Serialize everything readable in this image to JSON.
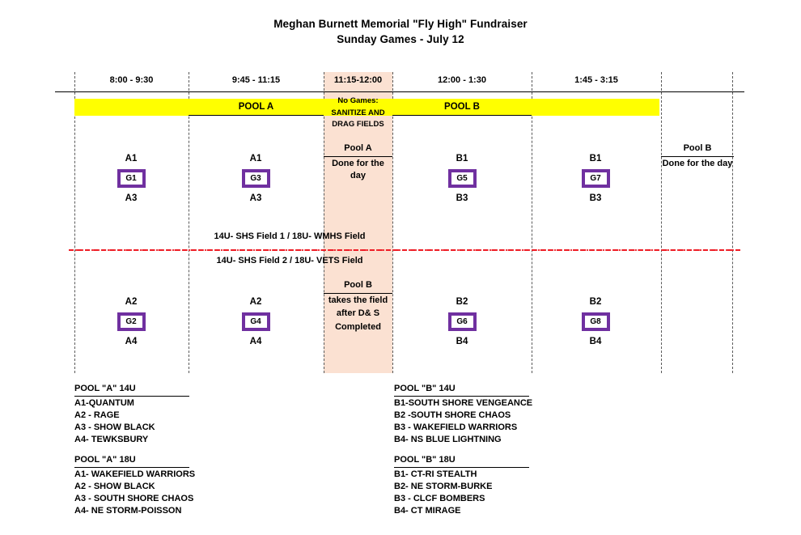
{
  "title": {
    "line1": "Meghan Burnett Memorial \"Fly High\" Fundraiser",
    "line2": "Sunday Games  - July 12"
  },
  "colors": {
    "pool_band": "#ffff00",
    "sanitize_column": "#fbe1d2",
    "game_box_border": "#7030a0",
    "field_divider": "#ee1c25"
  },
  "schedule": {
    "time_slots": [
      {
        "label": "8:00 - 9:30"
      },
      {
        "label": "9:45 - 11:15"
      },
      {
        "label": "11:15-12:00"
      },
      {
        "label": "12:00 - 1:30"
      },
      {
        "label": "1:45 - 3:15"
      }
    ],
    "pool_bands": [
      {
        "label": "POOL A"
      },
      {
        "label": "POOL B"
      }
    ],
    "sanitize_block": {
      "line1": "No Games:",
      "line2": "SANITIZE AND",
      "line3": "DRAG FIELDS"
    },
    "field_labels": {
      "upper": "14U- SHS Field 1 / 18U- WMHS Field",
      "lower": "14U- SHS Field 2 / 18U- VETS Field"
    },
    "games_upper": [
      {
        "team_top": "A1",
        "game": "G1",
        "team_bottom": "A3"
      },
      {
        "team_top": "A1",
        "game": "G3",
        "team_bottom": "A3"
      },
      {
        "team_top": "B1",
        "game": "G5",
        "team_bottom": "B3"
      },
      {
        "team_top": "B1",
        "game": "G7",
        "team_bottom": "B3"
      }
    ],
    "games_lower": [
      {
        "team_top": "A2",
        "game": "G2",
        "team_bottom": "A4"
      },
      {
        "team_top": "A2",
        "game": "G4",
        "team_bottom": "A4"
      },
      {
        "team_top": "B2",
        "game": "G6",
        "team_bottom": "B4"
      },
      {
        "team_top": "B2",
        "game": "G8",
        "team_bottom": "B4"
      }
    ],
    "notes": {
      "pool_a_done": {
        "head": "Pool A",
        "body": "Done for the day"
      },
      "pool_b_done": {
        "head": "Pool B",
        "body": "Done for the day"
      },
      "pool_b_takes_field": {
        "head": "Pool B",
        "line1": "takes the field",
        "line2": "after D& S",
        "line3": "Completed"
      }
    }
  },
  "rosters": {
    "pool_a_14u": {
      "heading": "POOL \"A\" 14U",
      "teams": [
        "A1-QUANTUM",
        "A2 - RAGE",
        "A3 - SHOW BLACK",
        "A4- TEWKSBURY"
      ]
    },
    "pool_a_18u": {
      "heading": "POOL \"A\" 18U",
      "teams": [
        "A1- WAKEFIELD WARRIORS",
        "A2 -  SHOW BLACK",
        "A3 - SOUTH SHORE CHAOS",
        "A4- NE STORM-POISSON"
      ]
    },
    "pool_b_14u": {
      "heading": "POOL \"B\" 14U",
      "teams": [
        "B1-SOUTH SHORE VENGEANCE",
        "B2 -SOUTH SHORE CHAOS",
        "B3 - WAKEFIELD WARRIORS",
        "B4- NS BLUE LIGHTNING"
      ]
    },
    "pool_b_18u": {
      "heading": "POOL \"B\" 18U",
      "teams": [
        "B1- CT-RI STEALTH",
        "B2- NE STORM-BURKE",
        "B3 - CLCF BOMBERS",
        "B4- CT MIRAGE"
      ]
    }
  }
}
